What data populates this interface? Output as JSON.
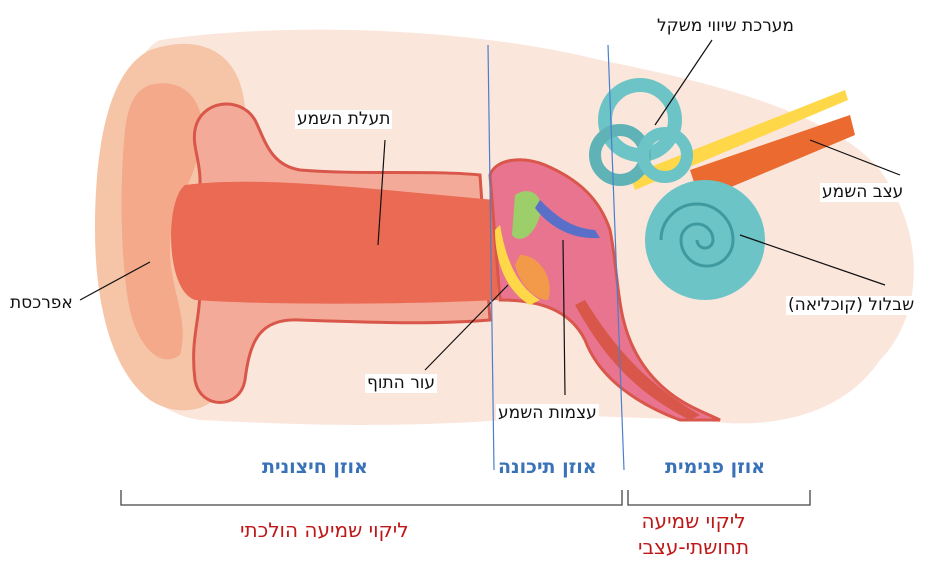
{
  "labels": {
    "vestibular": "מערכת שיווי משקל",
    "ear_canal": "תעלת השמע",
    "auditory_nerve": "עצב השמע",
    "pinna": "אפרכסת",
    "cochlea": "שבלול (קוכליאה)",
    "eardrum": "עור התוף",
    "ossicles": "עצמות השמע"
  },
  "sections": {
    "outer": "אוזן חיצונית",
    "middle": "אוזן תיכונה",
    "inner": "אוזן פנימית"
  },
  "hearing_loss": {
    "conductive": "ליקוי שמיעה הולכתי",
    "sensorineural_line1": "ליקוי שמיעה",
    "sensorineural_line2": "תחושתי-עצבי"
  },
  "colors": {
    "section_text": "#3a72b8",
    "loss_text": "#c01818",
    "skin_light": "#fbe3d8",
    "skin_mid": "#f6c5a8",
    "canal": "#ea6a54",
    "cochlea": "#6cc4c6",
    "nerve_yellow": "#ffd84a",
    "nerve_orange": "#ea6a30",
    "middle_pink": "#e9748f"
  }
}
